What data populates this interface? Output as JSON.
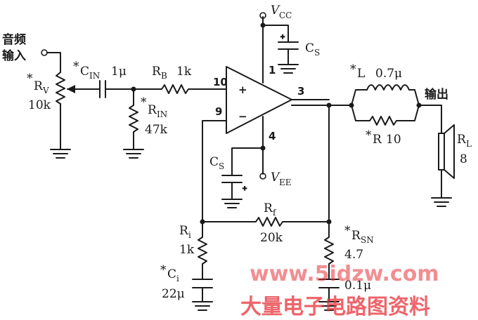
{
  "labels": {
    "vcc": "V",
    "vcc_sub": "CC",
    "vee": "V",
    "vee_sub": "EE",
    "input_line1": "音频",
    "input_line2": "输入",
    "rv_star": "*",
    "rv": "R",
    "rv_sub": "V",
    "rv_val": "10k",
    "cin_star": "*",
    "cin": "C",
    "cin_sub": "IN",
    "cin_val": "1μ",
    "rb": "R",
    "rb_sub": "B",
    "rb_val": "1k",
    "rin_star": "*",
    "rin": "R",
    "rin_sub": "IN",
    "rin_val": "47k",
    "cs_top": "C",
    "cs_top_sub": "S",
    "cs_bot": "C",
    "cs_bot_sub": "S",
    "rf": "R",
    "rf_sub": "f",
    "rf_val": "20k",
    "ri": "R",
    "ri_sub": "i",
    "ri_val": "1k",
    "ci_star": "*",
    "ci": "C",
    "ci_sub": "i",
    "ci_val": "22μ",
    "rsn_star": "*",
    "rsn": "R",
    "rsn_sub": "SN",
    "rsn_val": "4.7",
    "csn_val": "0.1μ",
    "l_star": "*",
    "l": "L",
    "l_val": "0.7μ",
    "r_star": "*",
    "r": "R",
    "r_val": "10",
    "output": "输出",
    "rl": "R",
    "rl_sub": "L",
    "rl_val": "8",
    "pin_10": "10",
    "pin_9": "9",
    "pin_1": "1",
    "pin_3": "3",
    "pin_4": "4",
    "plus": "+",
    "minus": "−"
  },
  "watermark": {
    "url": "www.5idzw.com",
    "cn": "大量电子电路图资料"
  },
  "colors": {
    "ink": "#1a1a1a",
    "watermark": "#e8323a"
  }
}
